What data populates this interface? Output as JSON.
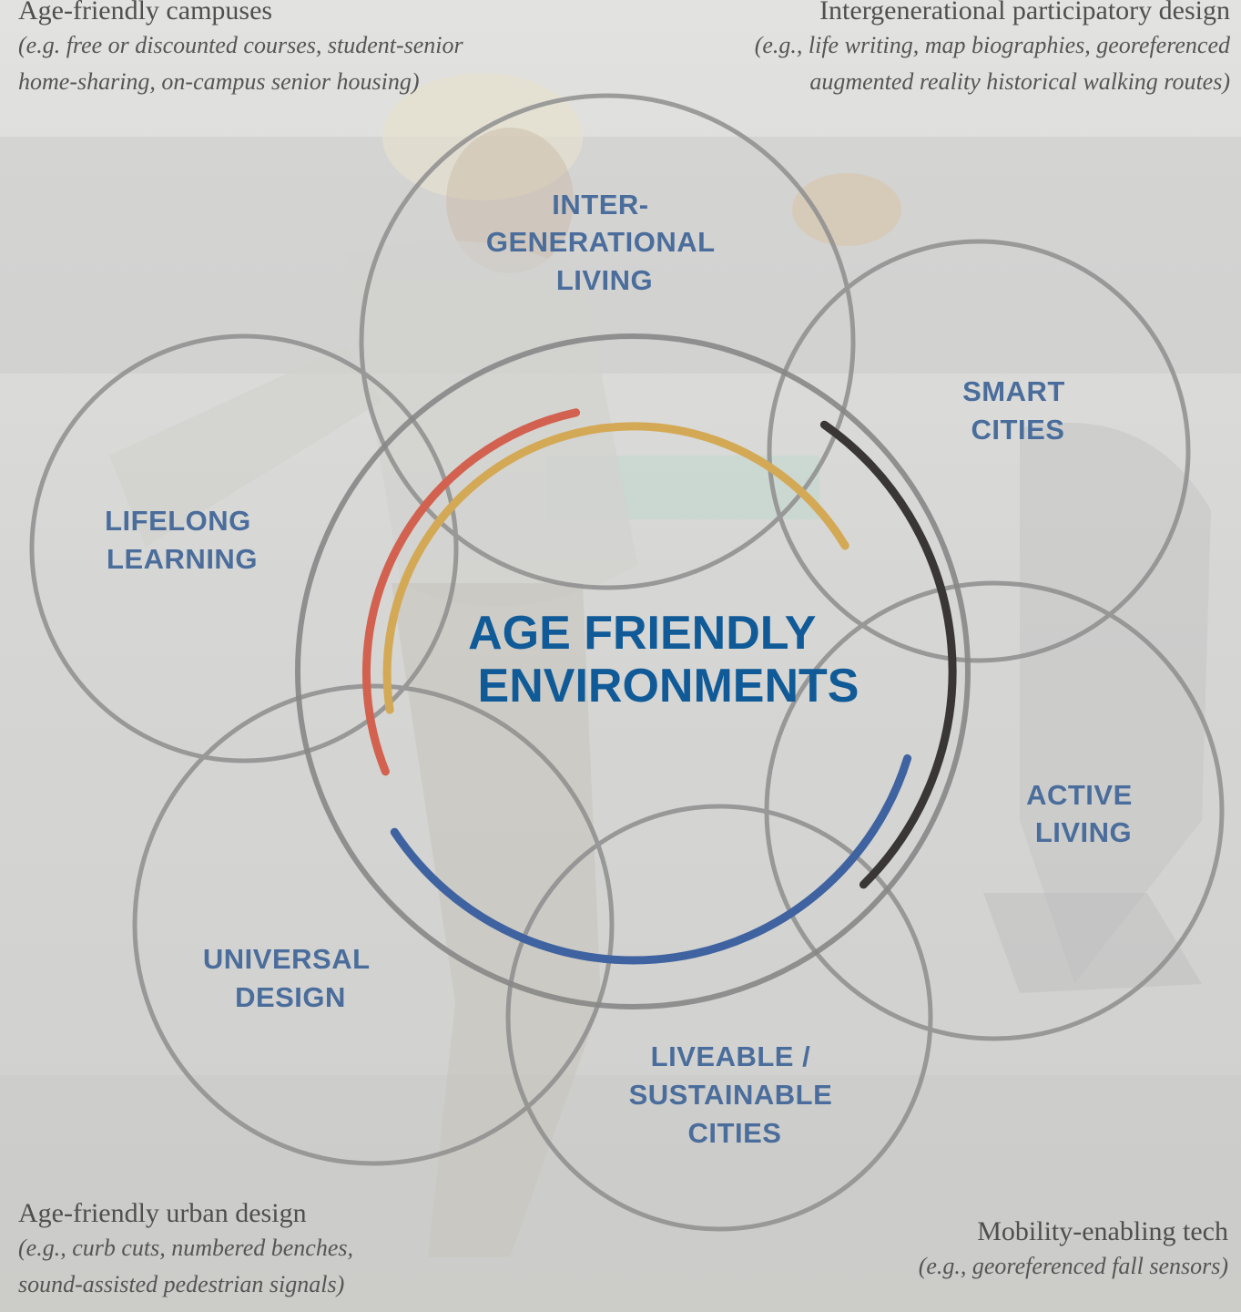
{
  "center": {
    "line1": "AGE FRIENDLY",
    "line2": "ENVIRONMENTS"
  },
  "circles": {
    "intergenerational": [
      "INTER-",
      "GENERATIONAL",
      "LIVING"
    ],
    "smart_cities": [
      "SMART",
      "CITIES"
    ],
    "lifelong_learning": [
      "LIFELONG",
      "LEARNING"
    ],
    "active_living": [
      "ACTIVE",
      "LIVING"
    ],
    "universal_design": [
      "UNIVERSAL",
      "DESIGN"
    ],
    "liveable": [
      "LIVEABLE /",
      "SUSTAINABLE",
      "CITIES"
    ]
  },
  "corners": {
    "top_left": {
      "title": "Age-friendly campuses",
      "examples": [
        "(e.g. free or discounted courses, student-senior",
        "home-sharing, on-campus senior housing)"
      ]
    },
    "top_right": {
      "title": "Intergenerational participatory design",
      "examples": [
        "(e.g., life writing, map biographies, georeferenced",
        "augmented reality historical walking routes)"
      ]
    },
    "bottom_left": {
      "title": "Age-friendly urban design",
      "examples": [
        "(e.g., curb cuts, numbered benches,",
        "sound-assisted pedestrian signals)"
      ]
    },
    "bottom_right": {
      "title": "Mobility-enabling tech",
      "examples": [
        "(e.g., georeferenced fall sensors)"
      ]
    }
  },
  "colors": {
    "ring": "#8e8e8e",
    "arc_red": "#d2624f",
    "arc_gold": "#d4a955",
    "arc_black": "#3a3636",
    "arc_blue": "#3f62a0",
    "label_blue": "#4a6d9c",
    "center_blue": "#0f5a97"
  }
}
